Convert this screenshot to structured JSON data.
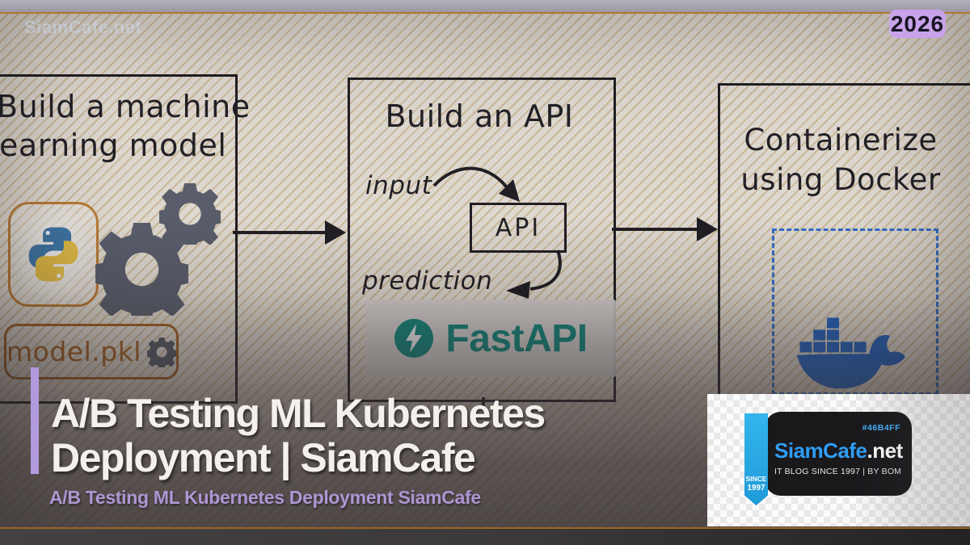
{
  "header": {
    "watermark": "SiamCafe.net",
    "year_badge": "2026"
  },
  "diagram": {
    "step1": {
      "title_line1": "Build a machine",
      "title_line2": "learning model",
      "file_box_label": "model.pkl"
    },
    "step2": {
      "title": "Build an API",
      "input_label": "input",
      "api_box_label": "API",
      "prediction_label": "prediction",
      "framework_brand": "FastAPI"
    },
    "step3": {
      "title_line1": "Containerize",
      "title_line2": "using Docker"
    }
  },
  "caption": {
    "title_line1": "A/B Testing ML Kubernetes",
    "title_line2": "Deployment | SiamCafe",
    "subtitle": "A/B Testing ML Kubernetes Deployment SiamCafe"
  },
  "logo_card": {
    "color_code": "#46B4FF",
    "brand_primary": "SiamCafe",
    "brand_suffix": ".net",
    "tagline": "IT BLOG SINCE 1997 | BY BOM",
    "ribbon_top": "SINCE",
    "ribbon_bottom": "1997"
  },
  "colors": {
    "accent_orange": "#b5762f",
    "badge_purple": "#c8a3e9",
    "caption_purple": "#ae96d3",
    "fastapi_teal": "#0b8b7f",
    "docker_blue": "#1d63c8",
    "python_blue": "#3b77a9",
    "python_yellow": "#ecc343",
    "logo_blue": "#2f9df5",
    "ribbon_blue": "#29abe2",
    "gear_gray": "#585d6b"
  }
}
